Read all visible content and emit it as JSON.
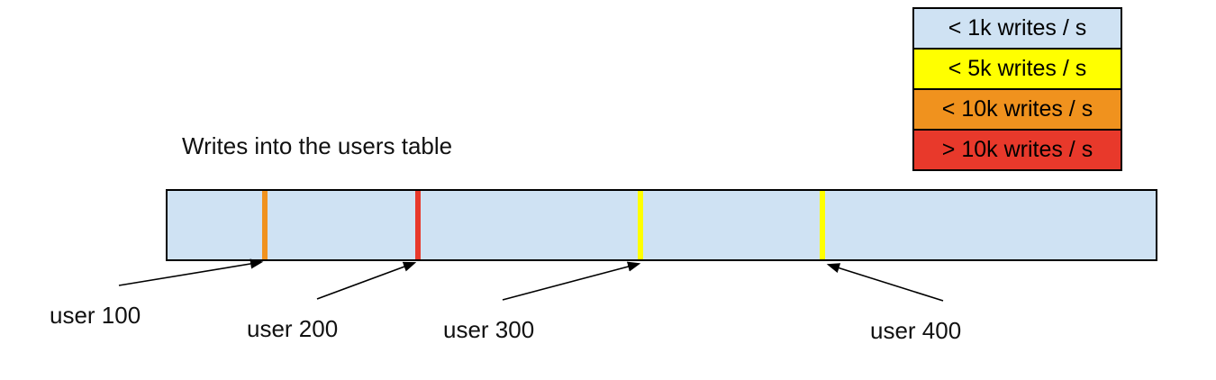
{
  "title": "Writes into the users table",
  "legend": [
    {
      "label": "< 1k writes / s",
      "color": "#cfe2f3"
    },
    {
      "label": "< 5k writes / s",
      "color": "#ffff00"
    },
    {
      "label": "< 10k writes / s",
      "color": "#f0921e"
    },
    {
      "label": "> 10k writes / s",
      "color": "#e8392b"
    }
  ],
  "table_bar": {
    "fill": "#cfe2f3"
  },
  "markers": [
    {
      "label": "user 100",
      "color": "#f0921e"
    },
    {
      "label": "user 200",
      "color": "#e8392b"
    },
    {
      "label": "user 300",
      "color": "#ffff00"
    },
    {
      "label": "user 400",
      "color": "#ffff00"
    }
  ]
}
